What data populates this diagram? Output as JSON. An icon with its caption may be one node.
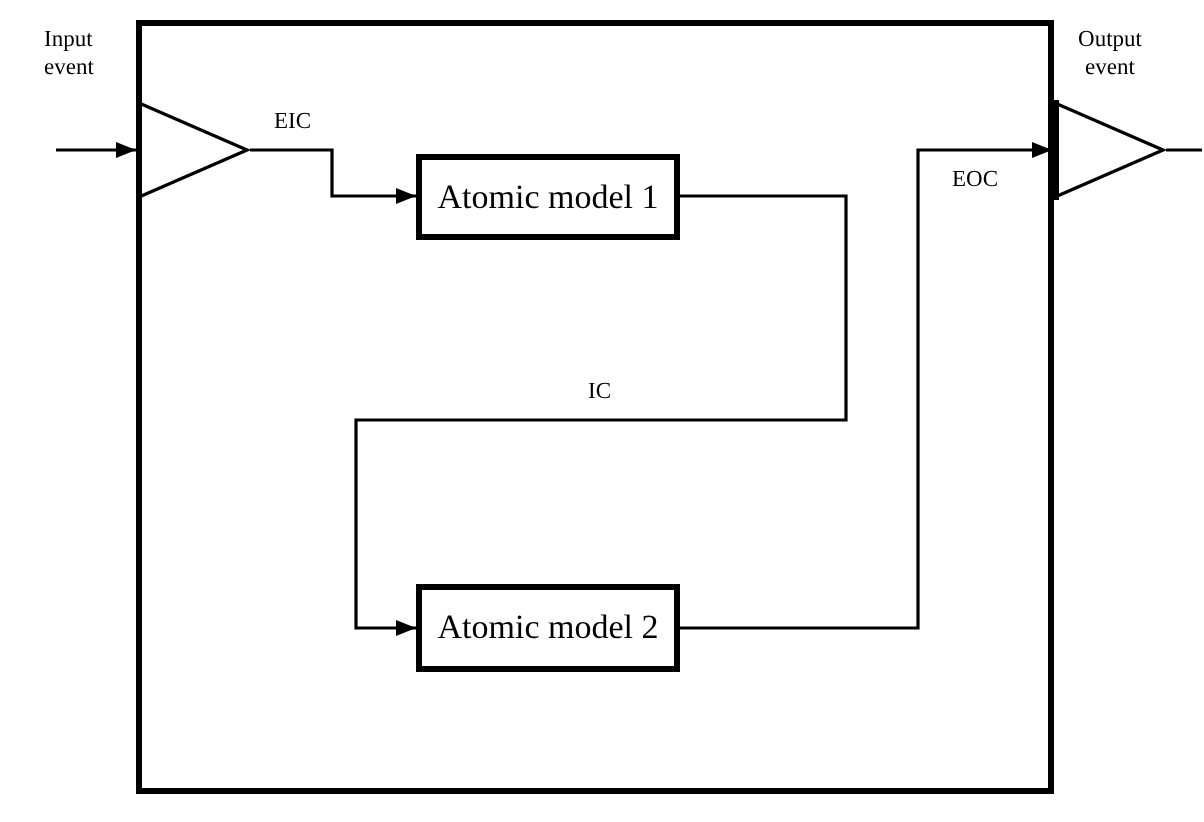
{
  "diagram": {
    "nodes": [
      {
        "text": [],
        "shape": "box"
      },
      {
        "text": [],
        "shape": "triangle",
        "in": 0,
        "beside": [
          "Input event"
        ]
      },
      {
        "text": [
          "Atomic model 1"
        ],
        "in": 0
      },
      {
        "text": [
          "Atomic model 2"
        ],
        "in": 0
      },
      {
        "text": [],
        "shape": "triangle",
        "beside": [
          "Output event"
        ]
      }
    ],
    "edges": [
      {
        "from": null,
        "to": 1,
        "arrow": "to"
      },
      {
        "from": 1,
        "to": 2,
        "arrow": "to",
        "label": "EIC"
      },
      {
        "from": 2,
        "to": 3,
        "arrow": "to",
        "label": "IC"
      },
      {
        "from": 3,
        "to": 4,
        "arrow": "to",
        "label": "EOC"
      },
      {
        "from": 4,
        "to": null,
        "arrow": "none"
      }
    ]
  }
}
